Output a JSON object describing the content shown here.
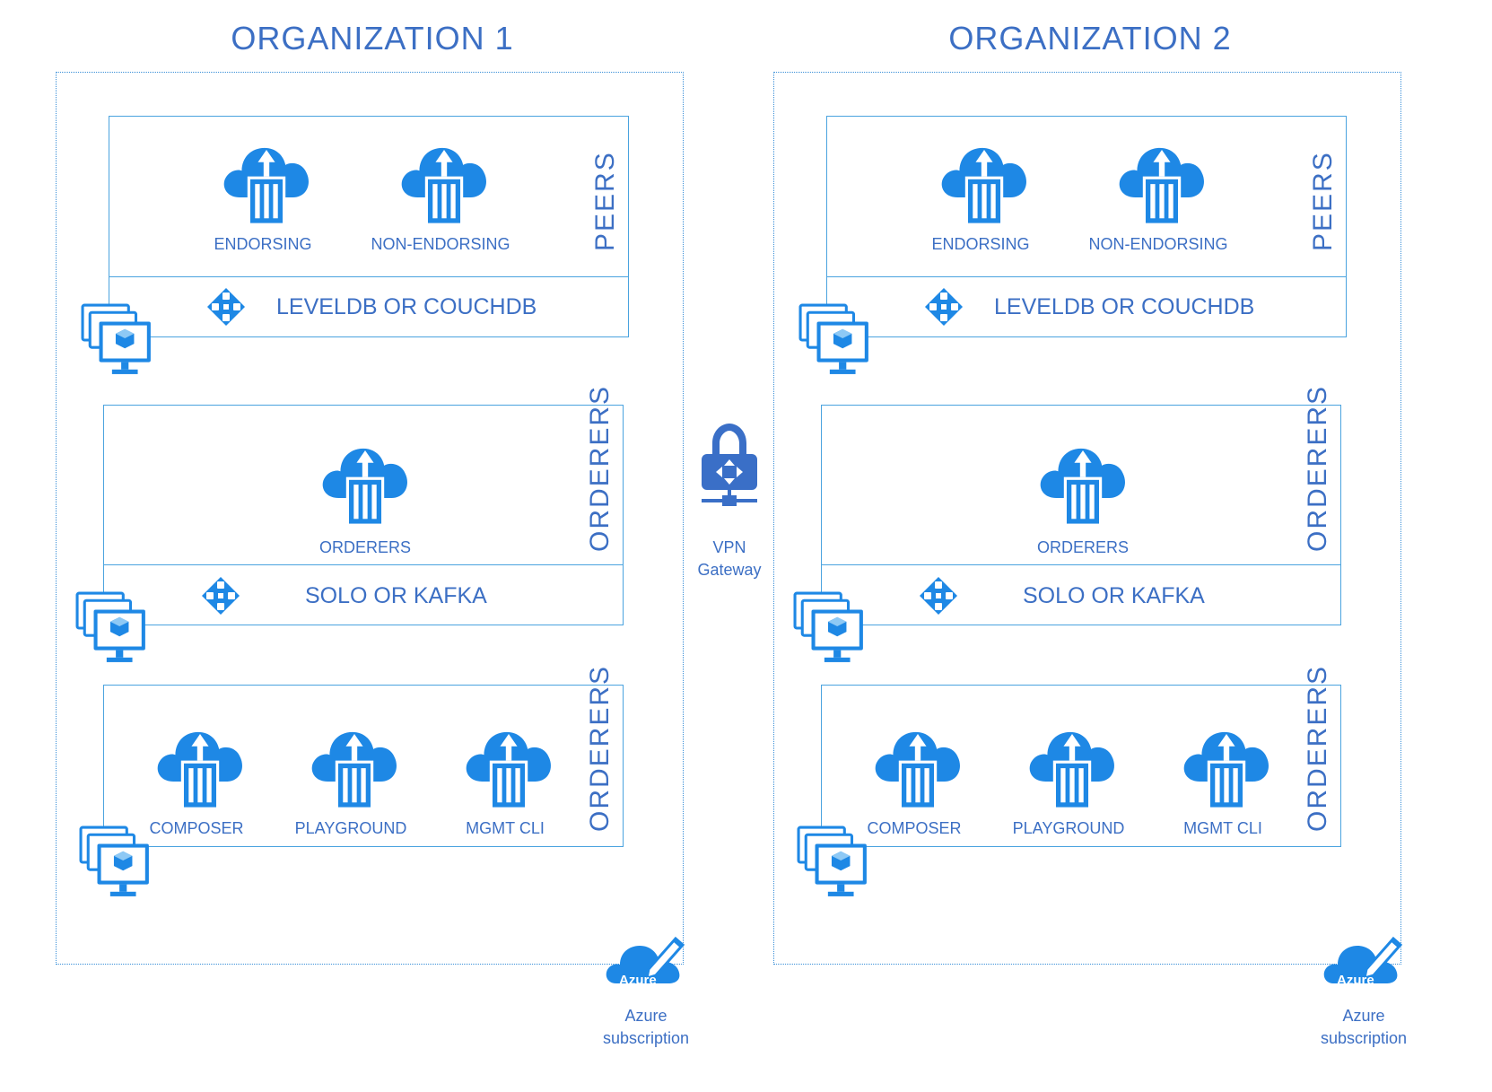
{
  "orgs": [
    {
      "title": "ORGANIZATION 1",
      "peers": {
        "label": "PEERS",
        "items": [
          "ENDORSING",
          "NON-ENDORSING"
        ],
        "db": "LEVELDB OR COUCHDB"
      },
      "orderers": {
        "label": "ORDERERS",
        "item": "ORDERERS",
        "mode": "SOLO OR KAFKA"
      },
      "tools": {
        "label": "ORDERERS",
        "items": [
          "COMPOSER",
          "PLAYGROUND",
          "MGMT CLI"
        ]
      },
      "azure": {
        "badge": "Azure",
        "caption_line1": "Azure",
        "caption_line2": "subscription"
      }
    },
    {
      "title": "ORGANIZATION 2",
      "peers": {
        "label": "PEERS",
        "items": [
          "ENDORSING",
          "NON-ENDORSING"
        ],
        "db": "LEVELDB OR COUCHDB"
      },
      "orderers": {
        "label": "ORDERERS",
        "item": "ORDERERS",
        "mode": "SOLO OR KAFKA"
      },
      "tools": {
        "label": "ORDERERS",
        "items": [
          "COMPOSER",
          "PLAYGROUND",
          "MGMT CLI"
        ]
      },
      "azure": {
        "badge": "Azure",
        "caption_line1": "Azure",
        "caption_line2": "subscription"
      }
    }
  ],
  "vpn": {
    "line1": "VPN",
    "line2": "Gateway"
  },
  "colors": {
    "primary": "#1e88e5",
    "dark": "#0b5cad",
    "text": "#3c6fc4",
    "border": "#4aa3df"
  },
  "icons": [
    "container-cloud-icon",
    "load-balancer-icon",
    "vm-scale-set-icon",
    "vpn-gateway-icon",
    "azure-subscription-icon"
  ]
}
